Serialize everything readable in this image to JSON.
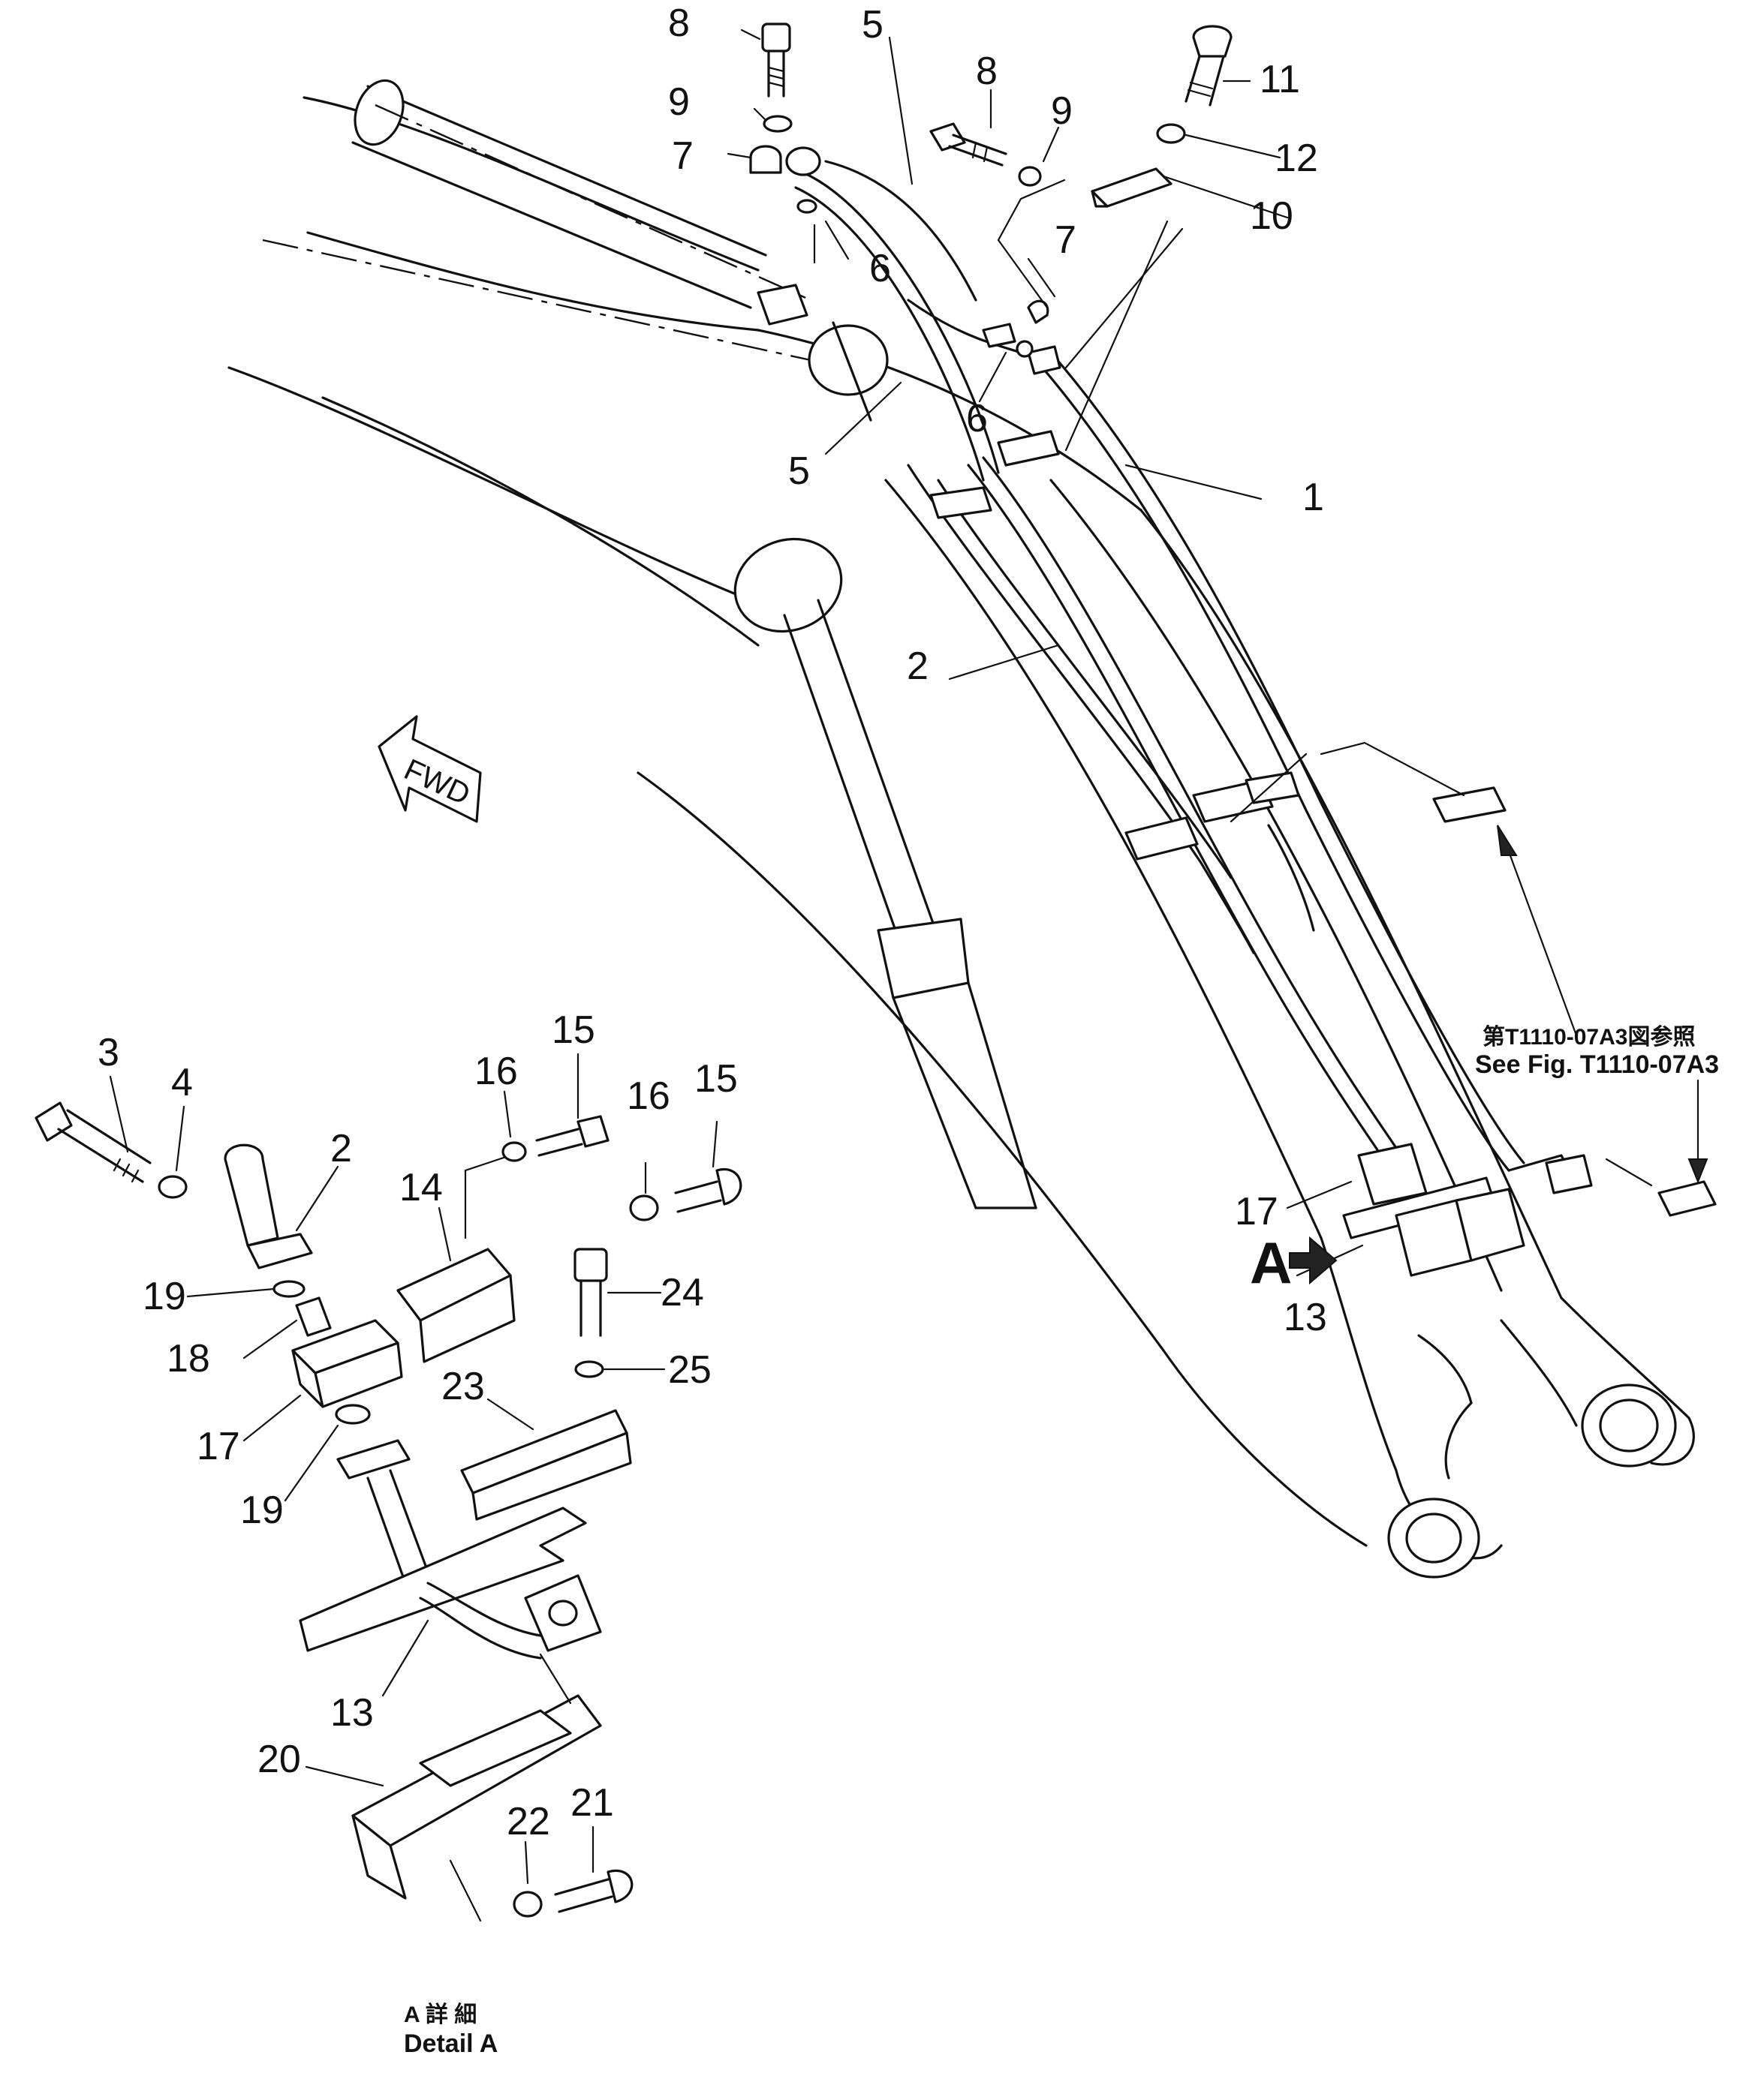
{
  "diagram": {
    "callouts": [
      "8",
      "5",
      "8",
      "9",
      "11",
      "9",
      "12",
      "7",
      "7",
      "10",
      "6",
      "6",
      "5",
      "1",
      "2",
      "3",
      "4",
      "2",
      "15",
      "16",
      "16",
      "15",
      "14",
      "19",
      "24",
      "18",
      "25",
      "17",
      "23",
      "19",
      "13",
      "20",
      "22",
      "21",
      "17",
      "13"
    ],
    "detail_marker": "A",
    "fwd_label": "FWD",
    "reference_note": {
      "japanese": "第T1110-07A3図参照",
      "english": "See Fig. T1110-07A3"
    },
    "detail_caption": {
      "japanese": "A 詳 細",
      "english": "Detail A"
    }
  }
}
